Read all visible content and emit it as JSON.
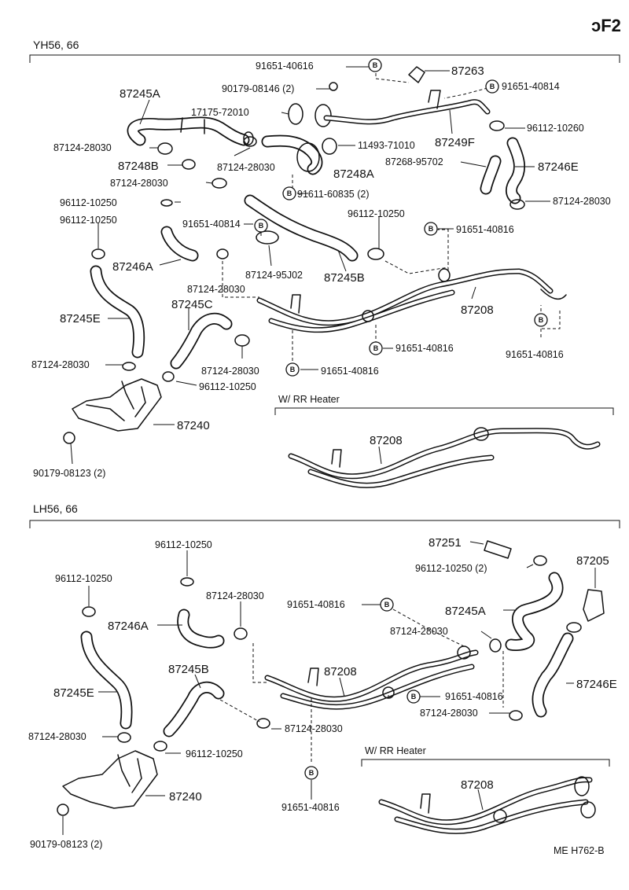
{
  "header": {
    "page_mark": "ɔF2",
    "drawing_code": "ME  H762-B"
  },
  "bolt_symbol": "B",
  "sections": [
    {
      "title": "YH56, 66"
    },
    {
      "title": "LH56, 66"
    }
  ],
  "subsections": [
    {
      "title": "W/ RR Heater"
    },
    {
      "title": "W/ RR Heater"
    }
  ],
  "top_labels": [
    "91651-40616",
    "87263",
    "91651-40814",
    "90179-08146 (2)",
    "87245A",
    "17175-72010",
    "96112-10260",
    "87124-28030",
    "11493-71010",
    "87249F",
    "87248B",
    "87124-28030",
    "87248A",
    "87268-95702",
    "87246E",
    "87124-28030",
    "91611-60835 (2)",
    "96112-10250",
    "87124-28030",
    "96112-10250",
    "96112-10250",
    "91651-40816",
    "91651-40814",
    "87246A",
    "87124-95J02",
    "87245B",
    "87124-28030",
    "87208",
    "87245C",
    "87245E",
    "91651-40816",
    "87124-28030",
    "91651-40816",
    "87124-28030",
    "96112-10250",
    "91651-40816",
    "87240",
    "90179-08123 (2)",
    "87208"
  ],
  "bottom_labels": [
    "87251",
    "96112-10250",
    "96112-10250 (2)",
    "87205",
    "96112-10250",
    "87124-28030",
    "91651-40816",
    "87245A",
    "87246A",
    "87124-28030",
    "87245B",
    "87208",
    "87245E",
    "91651-40816",
    "87246E",
    "87124-28030",
    "87124-28030",
    "87124-28030",
    "96112-10250",
    "91651-40816",
    "87240",
    "90179-08123 (2)",
    "87208"
  ]
}
